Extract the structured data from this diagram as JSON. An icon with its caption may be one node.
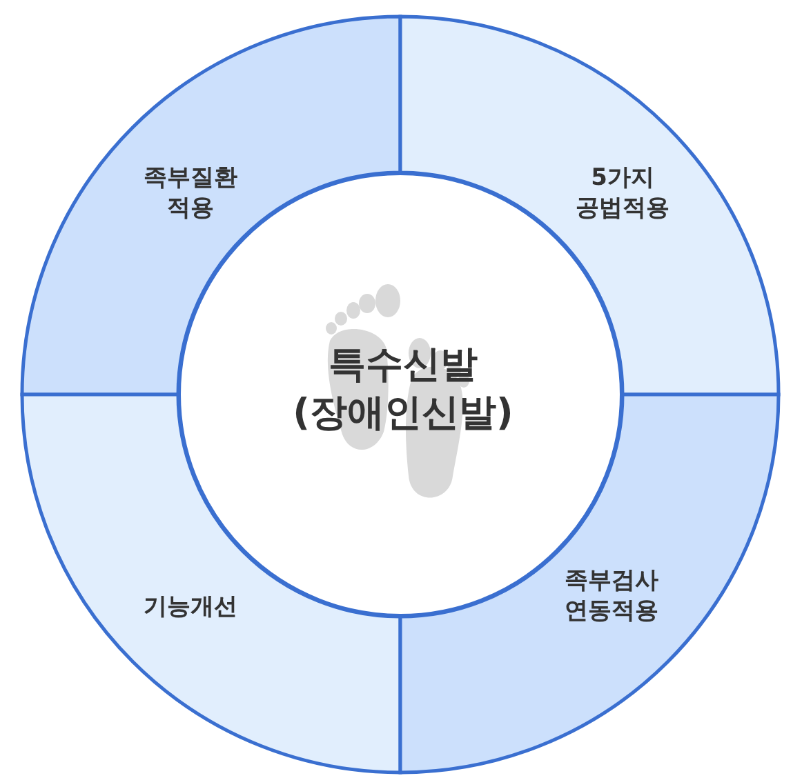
{
  "diagram": {
    "nodes": [
      {
        "text": [
          "족부질환 적용"
        ]
      },
      {
        "text": [
          "5가지 공법적용"
        ]
      },
      {
        "text": [
          "특수신발 (장애인신발)"
        ]
      },
      {
        "text": [
          "기능개선"
        ]
      },
      {
        "text": [
          "족부검사 연동적용"
        ]
      }
    ]
  }
}
